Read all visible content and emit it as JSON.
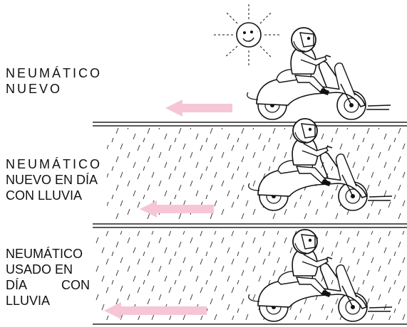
{
  "panels": [
    {
      "lines": [
        "NEUMÁTICO",
        "NUEVO"
      ],
      "weather": "sunny",
      "icon": "sun-with-face-icon"
    },
    {
      "lines": [
        "NEUMÁTICO",
        "NUEVO EN DÍA",
        "CON LLUVIA"
      ],
      "weather": "rain",
      "icon": "rain-icon"
    },
    {
      "lines": [
        "NEUMÁTICO",
        "USADO EN",
        "DÍA",
        "CON",
        "LLUVIA"
      ],
      "weather": "rain",
      "icon": "rain-icon"
    }
  ],
  "colors": {
    "arrow": "#f6c6d6",
    "ink": "#111111",
    "road": "#222222"
  }
}
